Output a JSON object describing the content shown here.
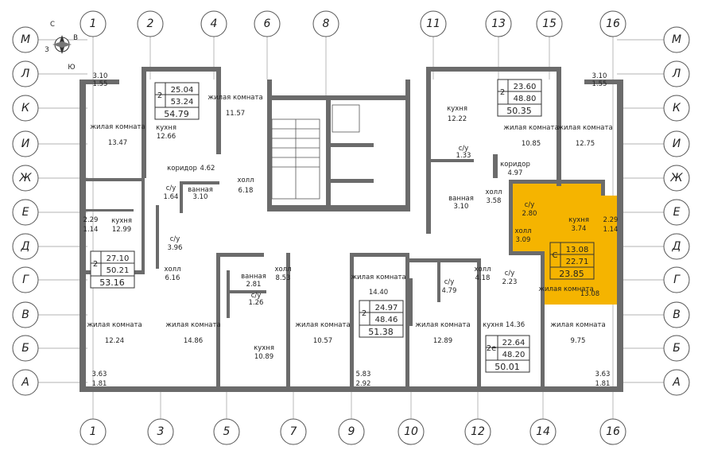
{
  "compass": {
    "n": "С",
    "e": "В",
    "s": "Ю",
    "w": "З"
  },
  "axes_top": [
    "1",
    "2",
    "4",
    "6",
    "8",
    "11",
    "13",
    "15",
    "16"
  ],
  "axes_bottom": [
    "1",
    "3",
    "5",
    "7",
    "9",
    "10",
    "12",
    "14",
    "16"
  ],
  "axes_rows": [
    "М",
    "Л",
    "К",
    "И",
    "Ж",
    "Е",
    "Д",
    "Г",
    "В",
    "Б",
    "А"
  ],
  "apartments": [
    {
      "rooms": "2",
      "a": "25.04",
      "b": "53.24",
      "c": "54.79"
    },
    {
      "rooms": "2",
      "a": "23.60",
      "b": "48.80",
      "c": "50.35"
    },
    {
      "rooms": "2",
      "a": "27.10",
      "b": "50.21",
      "c": "53.16"
    },
    {
      "rooms": "2",
      "a": "24.97",
      "b": "48.46",
      "c": "51.38"
    },
    {
      "rooms": "2е",
      "a": "22.64",
      "b": "48.20",
      "c": "50.01"
    },
    {
      "rooms": "С",
      "a": "13.08",
      "b": "22.71",
      "c": "23.85"
    }
  ],
  "rooms": [
    {
      "name": "жилая комната",
      "area": "13.47"
    },
    {
      "name": "кухня",
      "area": "12.66"
    },
    {
      "name": "жилая комната",
      "area": "11.57"
    },
    {
      "name": "коридор",
      "area": "4.62"
    },
    {
      "name": "холл",
      "area": "6.18"
    },
    {
      "name": "ванная",
      "area": "3.10"
    },
    {
      "name": "с/у",
      "area": "1.64"
    },
    {
      "name": "кухня",
      "area": "12.22"
    },
    {
      "name": "жилая комната",
      "area": "10.85"
    },
    {
      "name": "жилая комната",
      "area": "12.75"
    },
    {
      "name": "коридор",
      "area": "4.97"
    },
    {
      "name": "с/у",
      "area": "1.33"
    },
    {
      "name": "ванная",
      "area": "3.10"
    },
    {
      "name": "холл",
      "area": "3.58"
    },
    {
      "name": "с/у",
      "area": "2.80"
    },
    {
      "name": "кухня",
      "area": "3.74"
    },
    {
      "name": "холл",
      "area": "3.09"
    },
    {
      "name": "кухня",
      "area": "12.99"
    },
    {
      "name": "с/у",
      "area": "3.96"
    },
    {
      "name": "холл",
      "area": "6.16"
    },
    {
      "name": "ванная",
      "area": "2.81"
    },
    {
      "name": "с/у",
      "area": "1.26"
    },
    {
      "name": "холл",
      "area": "8.53"
    },
    {
      "name": "жилая комната",
      "area": "14.40"
    },
    {
      "name": "с/у",
      "area": "4.79"
    },
    {
      "name": "холл",
      "area": "4.18"
    },
    {
      "name": "с/у",
      "area": "2.23"
    },
    {
      "name": "жилая комната",
      "area": "13.08"
    },
    {
      "name": "жилая комната",
      "area": "12.24"
    },
    {
      "name": "жилая комната",
      "area": "14.86"
    },
    {
      "name": "кухня",
      "area": "10.89"
    },
    {
      "name": "жилая комната",
      "area": "10.57"
    },
    {
      "name": "жилая комната",
      "area": "12.89"
    },
    {
      "name": "кухня",
      "area": "14.36"
    },
    {
      "name": "жилая комната",
      "area": "9.75"
    }
  ],
  "balconies": [
    {
      "a": "3.10",
      "b": "1.55"
    },
    {
      "a": "3.10",
      "b": "1.55"
    },
    {
      "a": "2.29",
      "b": "1.14"
    },
    {
      "a": "2.29",
      "b": "1.14"
    },
    {
      "a": "3.63",
      "b": "1.81"
    },
    {
      "a": "5.83",
      "b": "2.92"
    },
    {
      "a": "3.63",
      "b": "1.81"
    }
  ],
  "highlight_color": "#F5B400"
}
